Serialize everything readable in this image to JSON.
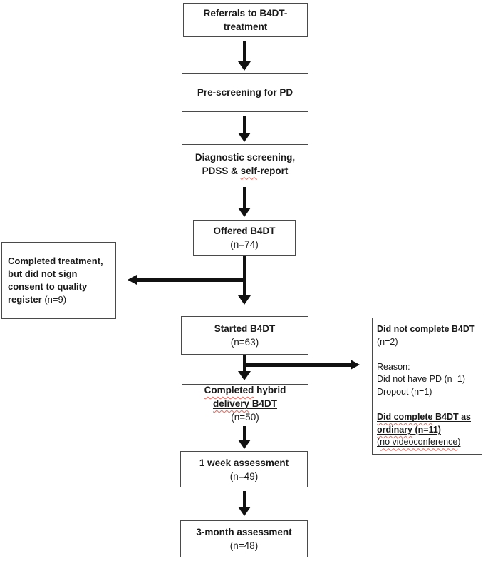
{
  "colors": {
    "squiggle_red": "#e8695f",
    "box_border": "#4a4a4a",
    "arrow_black": "#111111",
    "text": "#1a1a1a"
  },
  "boxes": {
    "referrals": {
      "line1": "Referrals to B4DT-",
      "line2": "treatment"
    },
    "prescreening": {
      "line1": "Pre-screening for PD"
    },
    "diagnostic": {
      "line1": "Diagnostic screening,",
      "line2_pre": "PDSS & ",
      "line2_squiggle": "self",
      "line2_post": "-report"
    },
    "offered": {
      "line1": "Offered B4DT",
      "line2": "(n=74)"
    },
    "no_consent": {
      "line1": "Completed treatment,",
      "line2": "but did not sign",
      "line3": "consent to quality",
      "line4_bold": "register",
      "line4_rest": " (n=9)"
    },
    "started": {
      "line1": "Started B4DT",
      "line2": "(n=63)"
    },
    "not_completed": {
      "line1": "Did not complete B4DT",
      "line2": "(n=2)",
      "line4": "Reason:",
      "line5": "Did not have PD (n=1)",
      "line6": "Dropout (n=1)",
      "line8_squiggle": "Did complete",
      "line8_rest": " B4DT as",
      "line9_squiggle": "ordinary",
      "line9_rest": " (n=11)",
      "line10_pre": "(",
      "line10_squiggle": "no videoconference",
      "line10_post": ")"
    },
    "completed_hybrid": {
      "line1_squiggle": "Completed",
      "line1_rest": " hybrid",
      "line2_squiggle": "delivery",
      "line2_rest": " B4DT",
      "line3": "(n=50)"
    },
    "week1": {
      "line1": "1 week assessment",
      "line2": "(n=49)"
    },
    "month3": {
      "line1": "3-month assessment",
      "line2": "(n=48)"
    }
  }
}
